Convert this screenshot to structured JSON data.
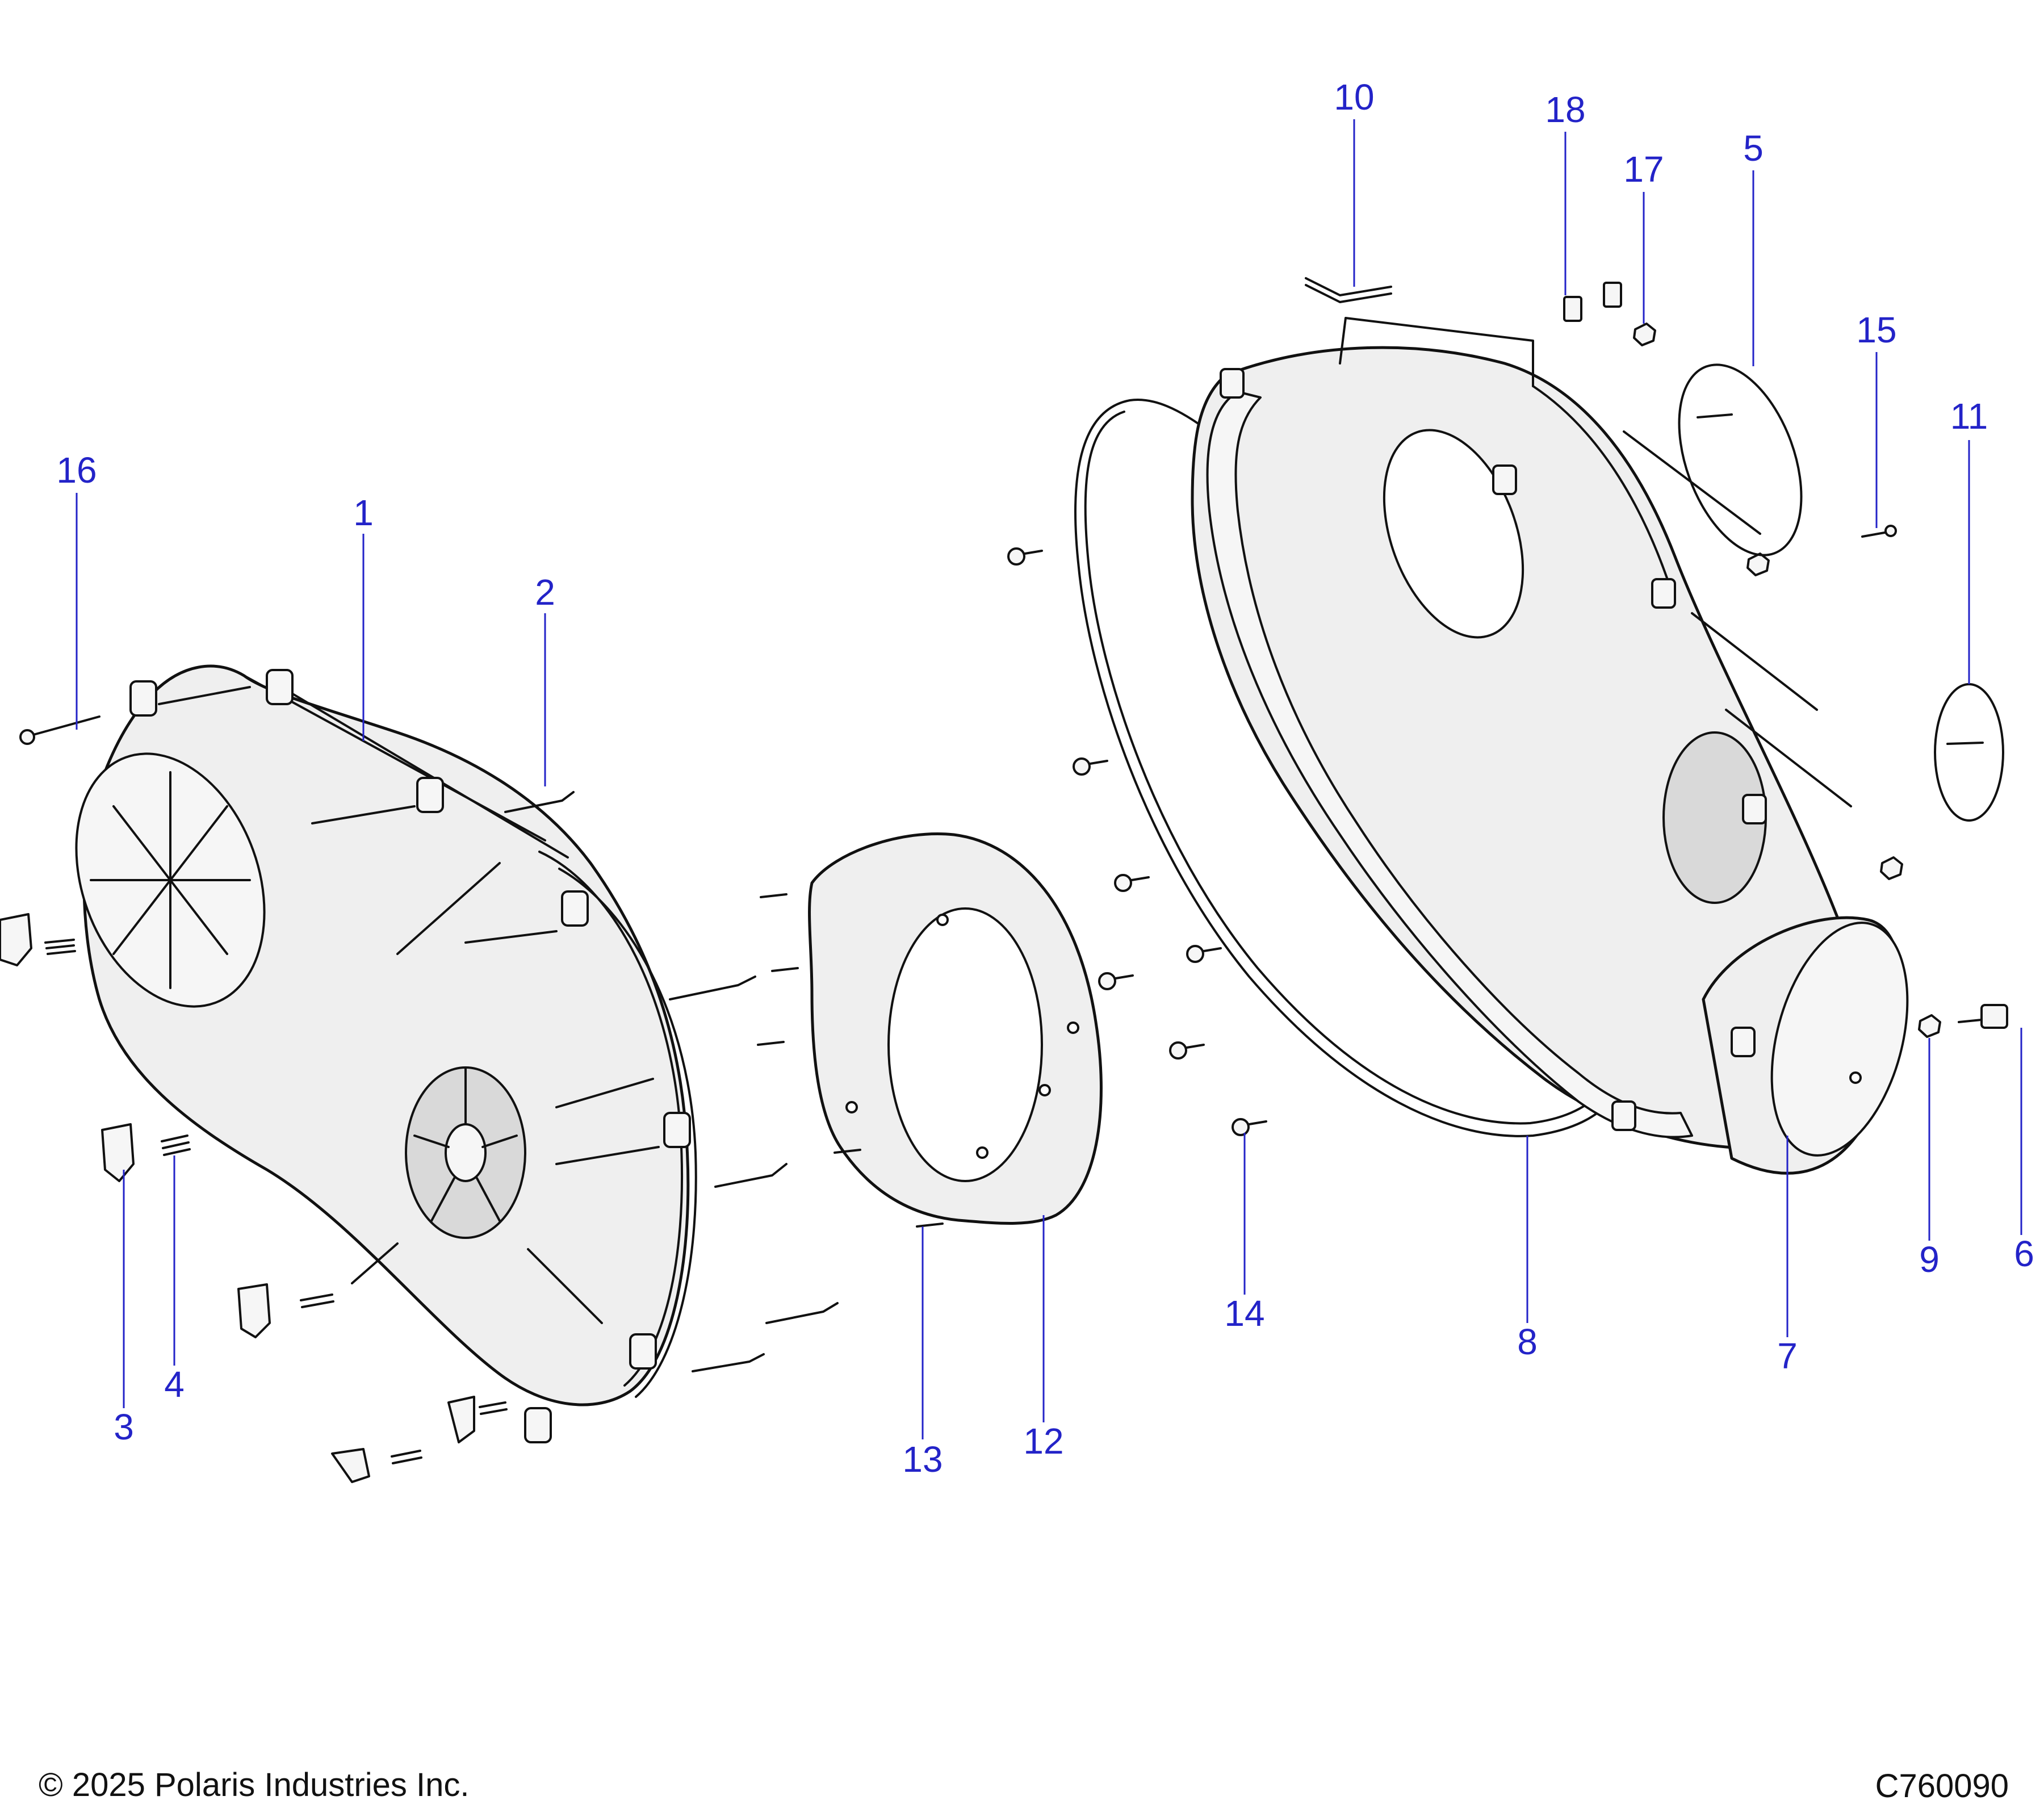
{
  "callouts": [
    {
      "num": "1"
    },
    {
      "num": "2"
    },
    {
      "num": "3"
    },
    {
      "num": "4"
    },
    {
      "num": "5"
    },
    {
      "num": "6"
    },
    {
      "num": "7"
    },
    {
      "num": "8"
    },
    {
      "num": "9"
    },
    {
      "num": "10"
    },
    {
      "num": "11"
    },
    {
      "num": "12"
    },
    {
      "num": "13"
    },
    {
      "num": "14"
    },
    {
      "num": "15"
    },
    {
      "num": "16"
    },
    {
      "num": "17"
    },
    {
      "num": "18"
    }
  ],
  "footer": {
    "copyright": "© 2025 Polaris Industries Inc.",
    "drawing_id": "C760090"
  }
}
